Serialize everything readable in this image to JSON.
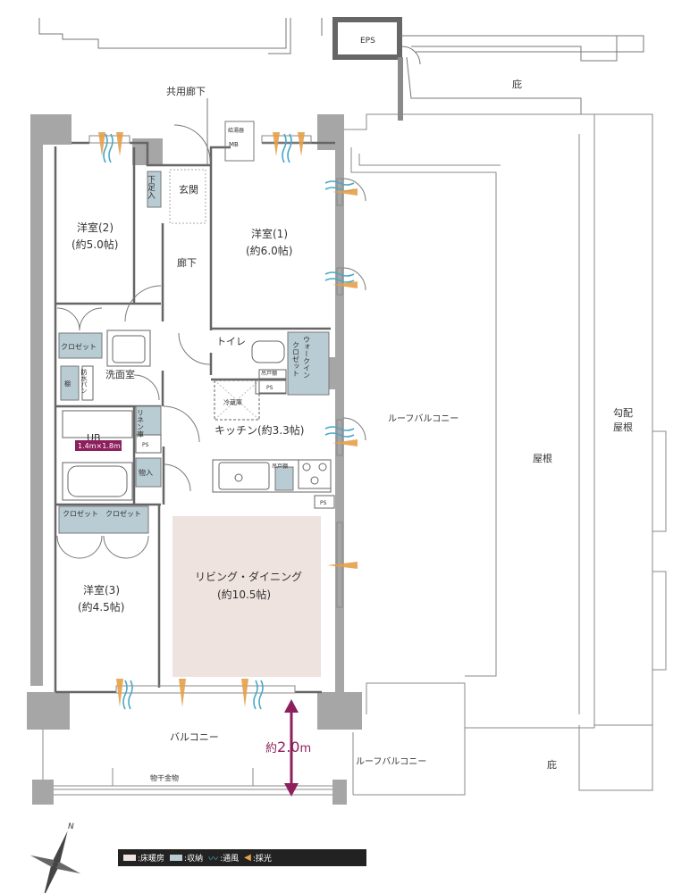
{
  "colors": {
    "wall": "#a6a6a6",
    "heated_floor": "#efe3df",
    "storage": "#b9ccd3",
    "measure_accent": "#8c1f5c",
    "wind": "#4aa8c8",
    "light": "#e6a04a"
  },
  "labels": {
    "eps": "EPS",
    "corridor_common": "共用廊下",
    "eaves_top": "庇",
    "eaves_bottom": "庇",
    "water_heater": "給湯器",
    "mb": "MB",
    "shoe_storage": "下足入",
    "entrance": "玄関",
    "hall": "廊下",
    "bedroom1_name": "洋室(1)",
    "bedroom1_size": "(約6.0帖)",
    "bedroom2_name": "洋室(2)",
    "bedroom2_size": "(約5.0帖)",
    "bedroom3_name": "洋室(3)",
    "bedroom3_size": "(約4.5帖)",
    "closet1": "クロゼット",
    "closet3a": "クロゼット",
    "closet3b": "クロゼット",
    "washroom": "洗面室",
    "shelf": "棚",
    "washer_pan": "防水パン",
    "toilet": "トイレ",
    "walkin1": "ウォークイン",
    "walkin2": "クロゼット",
    "hanging_shelf_wc": "吊戸棚",
    "ps_wc": "PS",
    "fridge": "冷蔵庫",
    "kitchen": "キッチン(約3.3帖)",
    "hanging_shelf_k": "吊戸棚",
    "ps_k": "PS",
    "linen": "リネン庫",
    "ps_ub": "PS",
    "ub": "UB",
    "ub_size": "1.4m×1.8m",
    "storage_room": "物入",
    "living_name": "リビング・ダイニング",
    "living_size": "(約10.5帖)",
    "roof_balcony_right": "ルーフバルコニー",
    "roof_balcony_bottom": "ルーフバルコニー",
    "roof": "屋根",
    "slope_roof1": "勾配",
    "slope_roof2": "屋根",
    "balcony": "バルコニー",
    "clothes_hanger": "物干金物",
    "depth_prefix": "約",
    "depth_value": "2.0",
    "depth_unit": "m",
    "north": "N"
  },
  "legend": {
    "heated": ":床暖房",
    "storage": ":収納",
    "wind": ":通風",
    "light": ":採光"
  }
}
